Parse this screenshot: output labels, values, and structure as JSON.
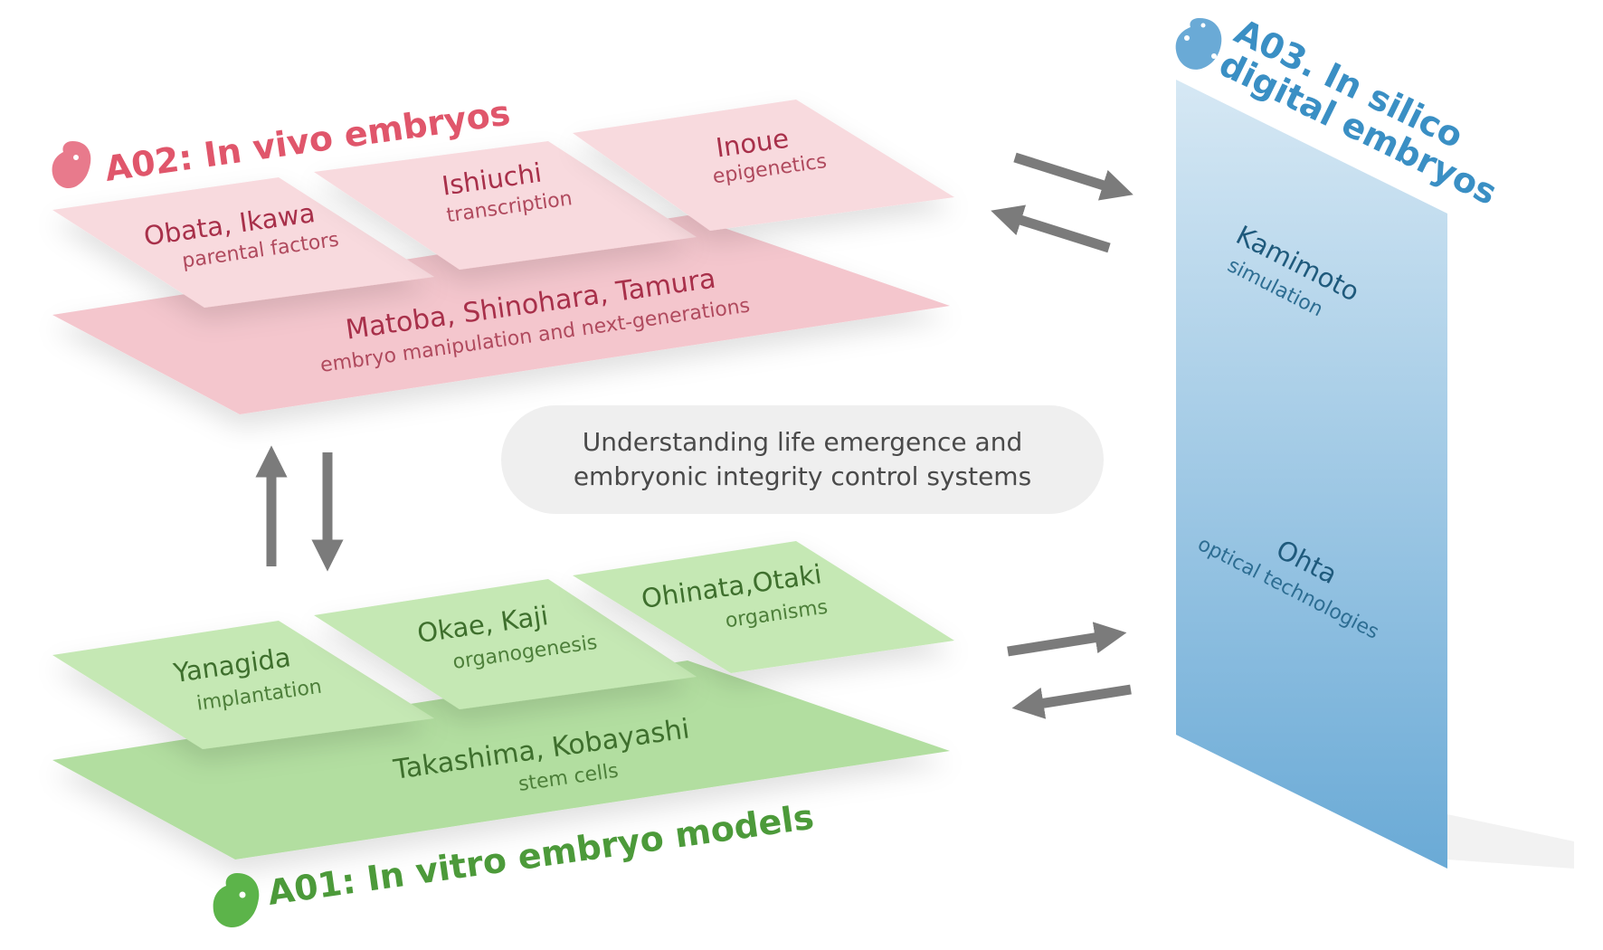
{
  "colors": {
    "a02_title": "#e0566b",
    "a02_base": "#f4c6cd",
    "a02_tile": "#f8dade",
    "a02_name": "#a8304a",
    "a02_sub": "#b04a5e",
    "a01_title": "#4c9a3a",
    "a01_base": "#b2dea0",
    "a01_tile": "#c5e8b4",
    "a01_name": "#3e6f2d",
    "a01_sub": "#4d7f3a",
    "a03_title": "#3a8fc4",
    "a03_panel_top": "#d6e8f4",
    "a03_panel_bottom": "#6aaad6",
    "a03_name": "#1f5a7c",
    "a03_sub": "#2d6d92",
    "arrow": "#7b7b7b",
    "caption_bg": "#efefef"
  },
  "icons": {
    "a02": "embryo-icon-pink",
    "a01": "embryo-icon-green",
    "a03": "digital-embryo-icon-blue",
    "arrows": "arrow-icon"
  },
  "a02": {
    "title": "A02: In vivo embryos",
    "base": {
      "name": "Matoba, Shinohara, Tamura",
      "sub": "embryo manipulation and next-generations"
    },
    "tiles": [
      {
        "name": "Obata, Ikawa",
        "sub": "parental factors"
      },
      {
        "name": "Ishiuchi",
        "sub": "transcription"
      },
      {
        "name": "Inoue",
        "sub": "epigenetics"
      }
    ]
  },
  "a01": {
    "title": "A01: In vitro embryo models",
    "base": {
      "name": "Takashima, Kobayashi",
      "sub": "stem cells"
    },
    "tiles": [
      {
        "name": "Yanagida",
        "sub": "implantation"
      },
      {
        "name": "Okae, Kaji",
        "sub": "organogenesis"
      },
      {
        "name": "Ohinata,Otaki",
        "sub": "organisms"
      }
    ]
  },
  "a03": {
    "title_line1": "A03. In silico",
    "title_line2": "digital embryos",
    "items": [
      {
        "name": "Kamimoto",
        "sub": "simulation"
      },
      {
        "name": "Ohta",
        "sub": "optical technologies"
      }
    ]
  },
  "center": {
    "line1": "Understanding life emergence and",
    "line2": "embryonic integrity control systems"
  }
}
